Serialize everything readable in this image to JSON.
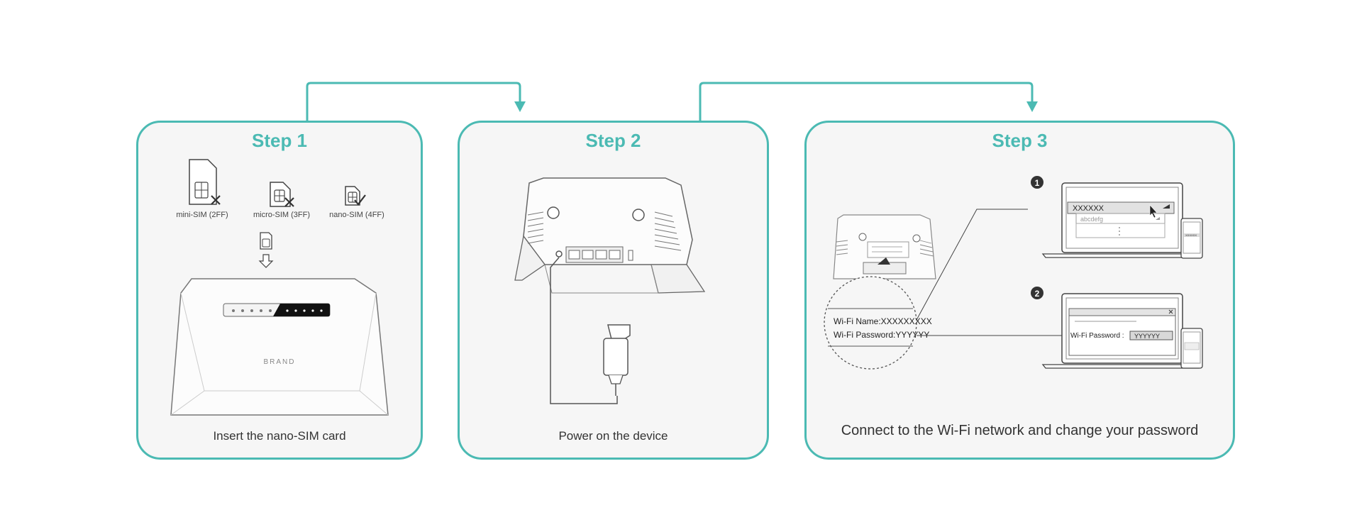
{
  "colors": {
    "accent": "#4bbab3",
    "panel_bg": "#f6f6f6",
    "line": "#555555"
  },
  "steps": [
    {
      "title": "Step 1",
      "caption": "Insert the nano-SIM card",
      "sim_types": [
        {
          "label": "mini-SIM (2FF)",
          "status": "not-supported"
        },
        {
          "label": "micro-SIM (3FF)",
          "status": "not-supported"
        },
        {
          "label": "nano-SIM (4FF)",
          "status": "supported"
        }
      ],
      "router_brand": "BRAND"
    },
    {
      "title": "Step 2",
      "caption": "Power on the device"
    },
    {
      "title": "Step 3",
      "caption": "Connect to the Wi-Fi network and change your password",
      "label_wifi_name": "Wi-Fi Name:XXXXXXXXX",
      "label_wifi_password": "Wi-Fi Password:YYYYYY",
      "sub_steps": [
        {
          "number": "1",
          "network_name": "XXXXXX",
          "other_network": "abcdefg",
          "phone_network": "XXXXXX"
        },
        {
          "number": "2",
          "password_label": "Wi-Fi Password :",
          "password_value": "YYYYYY"
        }
      ]
    }
  ]
}
